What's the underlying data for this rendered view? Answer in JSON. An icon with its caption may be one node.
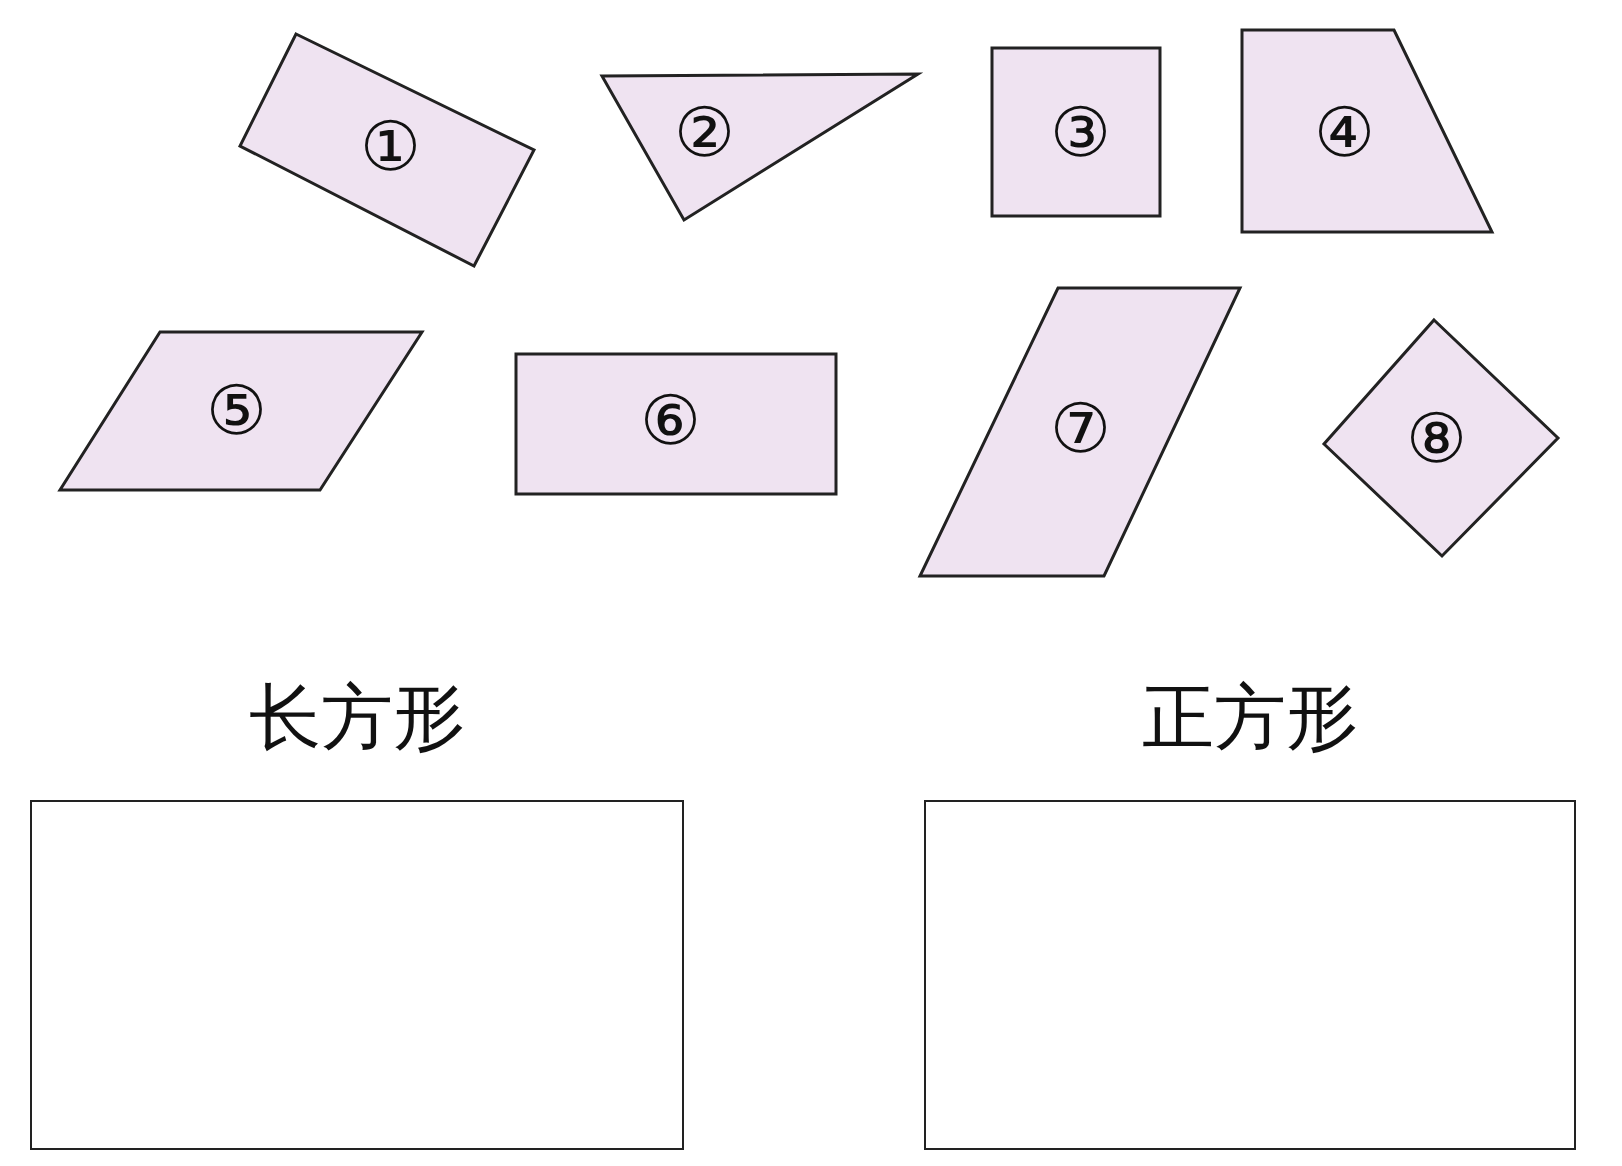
{
  "diagram": {
    "nodes": [
      {
        "text": [
          "①"
        ]
      },
      {
        "text": [
          "②"
        ]
      },
      {
        "text": [
          "③"
        ]
      },
      {
        "text": [
          "④"
        ]
      },
      {
        "text": [
          "⑤"
        ]
      },
      {
        "text": [
          "⑥"
        ]
      },
      {
        "text": [
          "⑦"
        ]
      },
      {
        "text": [
          "⑧"
        ]
      },
      {
        "text": [
          "长方形"
        ]
      },
      {
        "text": [
          "正方形"
        ]
      }
    ]
  }
}
